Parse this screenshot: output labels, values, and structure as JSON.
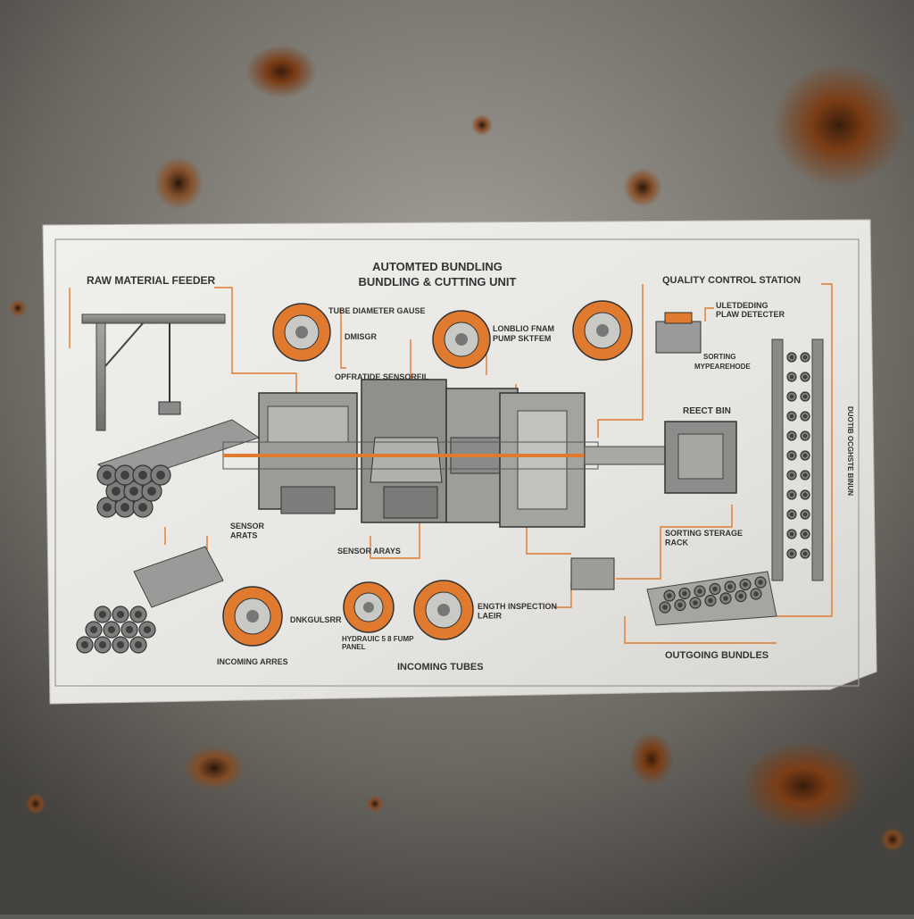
{
  "poster": {
    "title_line1": "AUTOMTED BUNDLING",
    "title_line2": "BUNDLING & CUTTING UNIT"
  },
  "colors": {
    "wall": "#5e5c57",
    "rust": "#7a3d16",
    "paper": "#e9e8e4",
    "accent": "#e07a2e",
    "machine": "#8a8a88",
    "line": "#3a3a3a"
  },
  "labels": {
    "raw_material_feeder": "RAW MATERIAL FEEDER",
    "quality_control_station": "QUALITY CONTROL STATION",
    "tube_diameter_gauge": "TUBE DIAMETER GAUSE",
    "dmisgr": "DMISGR",
    "opfration_sensoreil": "OPFRATIDE SENSORFIL",
    "lonblio_fnaw": "LONBLIO FNAM",
    "pump_skitem": "PUMP SKTFEM",
    "ultededing": "ULETDEDING",
    "plaw_detecter": "PLAW DETECTER",
    "sorting": "SORTING",
    "mypeareode": "MYPEAREHODE",
    "reject_bin": "REECT BIN",
    "sensor_arats": "SENSOR\nARATS",
    "sensor_arrays": "SENSOR ARAYS",
    "sorting_storage_rack": "SORTING STERAGE\nRACK",
    "dmkgusrr": "DNKGULSRR",
    "hydraulic_pump_panel": "HYDRAUIC 5 8 FUMP\nPANEL",
    "length_inspection_laser": "ENGTH INSPECTION\nLAEIR",
    "incoming_arres": "INCOMING ARRES",
    "incoming_tubes": "INCOMING TUBES",
    "outgoing_bundles": "OUTGOING BUNDLES",
    "vertical_label": "DUOTIB OCGHSTE BINUN"
  }
}
